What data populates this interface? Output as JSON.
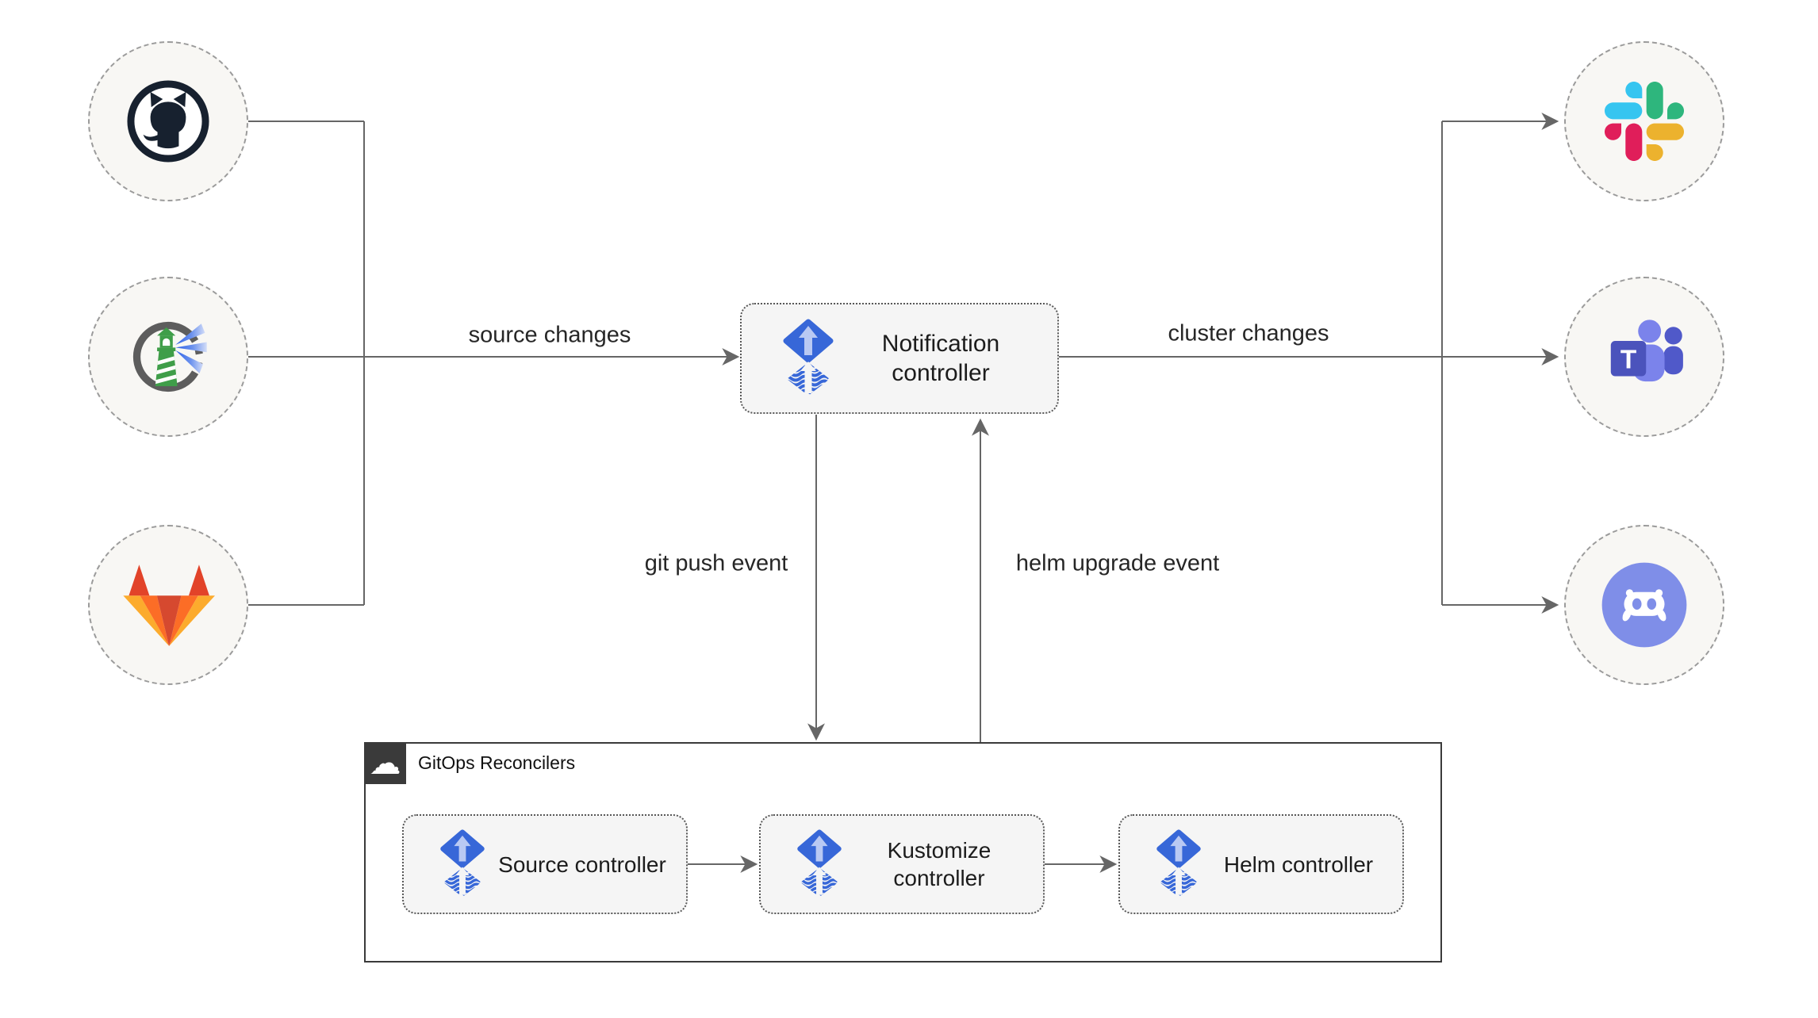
{
  "colors": {
    "line": "#666666",
    "node_bg": "#f5f5f5",
    "node_border": "#585858",
    "circle_bg": "#f8f7f4",
    "circle_border": "#9b9b9b",
    "group_border": "#3a3a3a",
    "flux_blue": "#3767d8",
    "gitlab_red": "#e24329",
    "gitlab_orange": "#fc6d26",
    "gitlab_yellow": "#fcab2d",
    "slack_blue": "#36C5F0",
    "slack_green": "#2EB67D",
    "slack_yellow": "#ECB22E",
    "slack_pink": "#E01E5A",
    "teams_purple": "#5059c9",
    "discord_blurple": "#7f8ee8",
    "harbor_green": "#3f9e49"
  },
  "nodes": {
    "notification": {
      "label": "Notification controller",
      "icon": "flux-icon"
    },
    "source": {
      "label": "Source controller",
      "icon": "flux-icon"
    },
    "kustomize": {
      "label": "Kustomize controller",
      "icon": "flux-icon"
    },
    "helm": {
      "label": "Helm controller",
      "icon": "flux-icon"
    },
    "group": {
      "label": "GitOps Reconcilers",
      "icon": "cloud-icon"
    }
  },
  "providers": {
    "sources": [
      {
        "name": "GitHub",
        "icon": "github-icon"
      },
      {
        "name": "Harbor",
        "icon": "harbor-icon"
      },
      {
        "name": "GitLab",
        "icon": "gitlab-icon"
      }
    ],
    "notifiers": [
      {
        "name": "Slack",
        "icon": "slack-icon"
      },
      {
        "name": "Microsoft Teams",
        "icon": "teams-icon"
      },
      {
        "name": "Discord",
        "icon": "discord-icon"
      }
    ]
  },
  "edges": {
    "source_changes": "source changes",
    "cluster_changes": "cluster changes",
    "git_push_event": "git push event",
    "helm_upgrade_event": "helm upgrade event"
  },
  "icons": {
    "teams_letter": "T",
    "cloud_glyph": "☁"
  }
}
